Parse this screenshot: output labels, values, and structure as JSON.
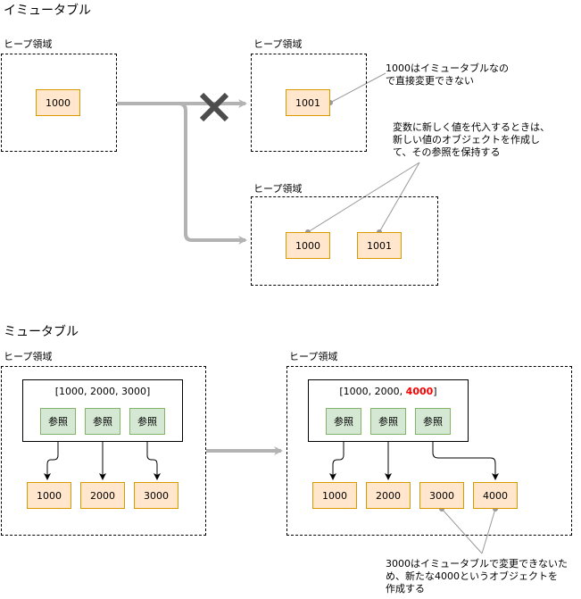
{
  "immutable": {
    "title": "イミュータブル",
    "heap_label": "ヒープ領域",
    "original_value": "1000",
    "new_value": "1001",
    "result_values": [
      "1000",
      "1001"
    ],
    "note_cannot_change": [
      "1000はイミュータブルなの",
      "で直接変更できない"
    ],
    "note_new_object": [
      "変数に新しく値を代入するときは、",
      "新しい値のオブジェクトを作成し",
      "て、その参照を保持する"
    ]
  },
  "mutable": {
    "title": "ミュータブル",
    "heap_label": "ヒープ領域",
    "before": {
      "array_label": "[1000, 2000, 3000]",
      "refs": [
        "参照",
        "参照",
        "参照"
      ],
      "values": [
        "1000",
        "2000",
        "3000"
      ]
    },
    "after": {
      "array_label_prefix": "[1000, 2000, ",
      "array_label_new": "4000",
      "array_label_suffix": "]",
      "refs": [
        "参照",
        "参照",
        "参照"
      ],
      "values": [
        "1000",
        "2000",
        "3000",
        "4000"
      ]
    },
    "note_new_object": [
      "3000はイミュータブルで変更できないた",
      "め、新たな4000というオブジェクトを",
      "作成する"
    ]
  },
  "colors": {
    "value_fill": "#ffe6cc",
    "value_stroke": "#d79b00",
    "ref_fill": "#d5e8d4",
    "ref_stroke": "#82b366",
    "flow_arrow": "#b3b3b3",
    "cross": "#4d4d4d",
    "highlight": "#ff0000"
  }
}
